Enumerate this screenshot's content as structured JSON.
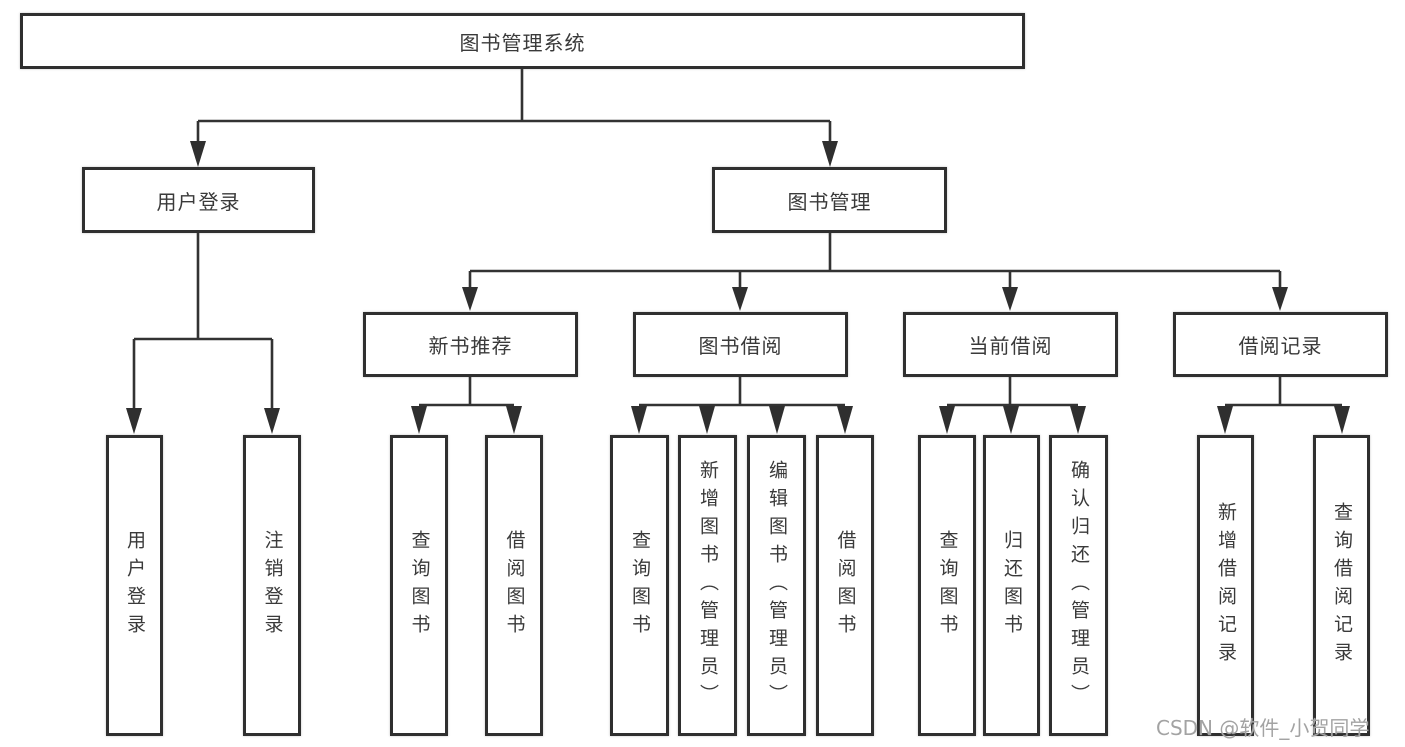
{
  "diagram": {
    "root": {
      "label": "图书管理系统"
    },
    "branches": [
      {
        "label": "用户登录",
        "children": [
          {
            "label": "用户登录"
          },
          {
            "label": "注销登录"
          }
        ]
      },
      {
        "label": "图书管理",
        "children": [
          {
            "label": "新书推荐",
            "children": [
              {
                "label": "查询图书"
              },
              {
                "label": "借阅图书"
              }
            ]
          },
          {
            "label": "图书借阅",
            "children": [
              {
                "label": "查询图书"
              },
              {
                "label": "新增图书（管理员）"
              },
              {
                "label": "编辑图书（管理员）"
              },
              {
                "label": "借阅图书"
              }
            ]
          },
          {
            "label": "当前借阅",
            "children": [
              {
                "label": "查询图书"
              },
              {
                "label": "归还图书"
              },
              {
                "label": "确认归还（管理员）"
              }
            ]
          },
          {
            "label": "借阅记录",
            "children": [
              {
                "label": "新增借阅记录"
              },
              {
                "label": "查询借阅记录"
              }
            ]
          }
        ]
      }
    ]
  },
  "watermark": {
    "text": "CSDN @软件_小贺同学"
  },
  "colors": {
    "line": "#333333",
    "box_border": "#2f2f2f",
    "text": "#3a3a3a",
    "background": "#ffffff",
    "watermark": "#a3a3a3"
  }
}
